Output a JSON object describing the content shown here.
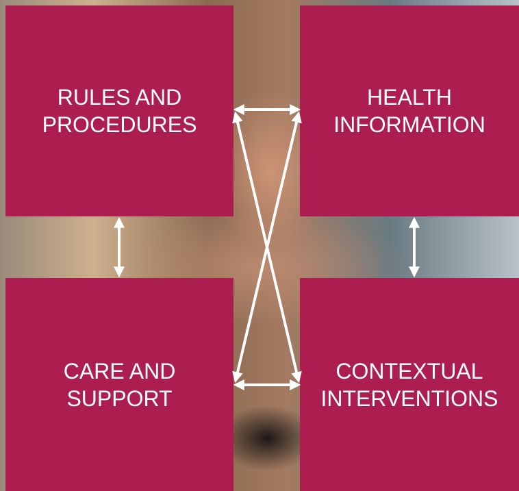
{
  "boxes": {
    "top_left": {
      "line1": "RULES AND",
      "line2": "PROCEDURES"
    },
    "top_right": {
      "line1": "HEALTH",
      "line2": "INFORMATION"
    },
    "bottom_left": {
      "line1": "CARE AND",
      "line2": "SUPPORT"
    },
    "bottom_right": {
      "line1": "CONTEXTUAL",
      "line2": "INTERVENTIONS"
    }
  },
  "colors": {
    "box": "#ad1e50",
    "text": "#ffffff",
    "arrow": "#ffffff"
  }
}
